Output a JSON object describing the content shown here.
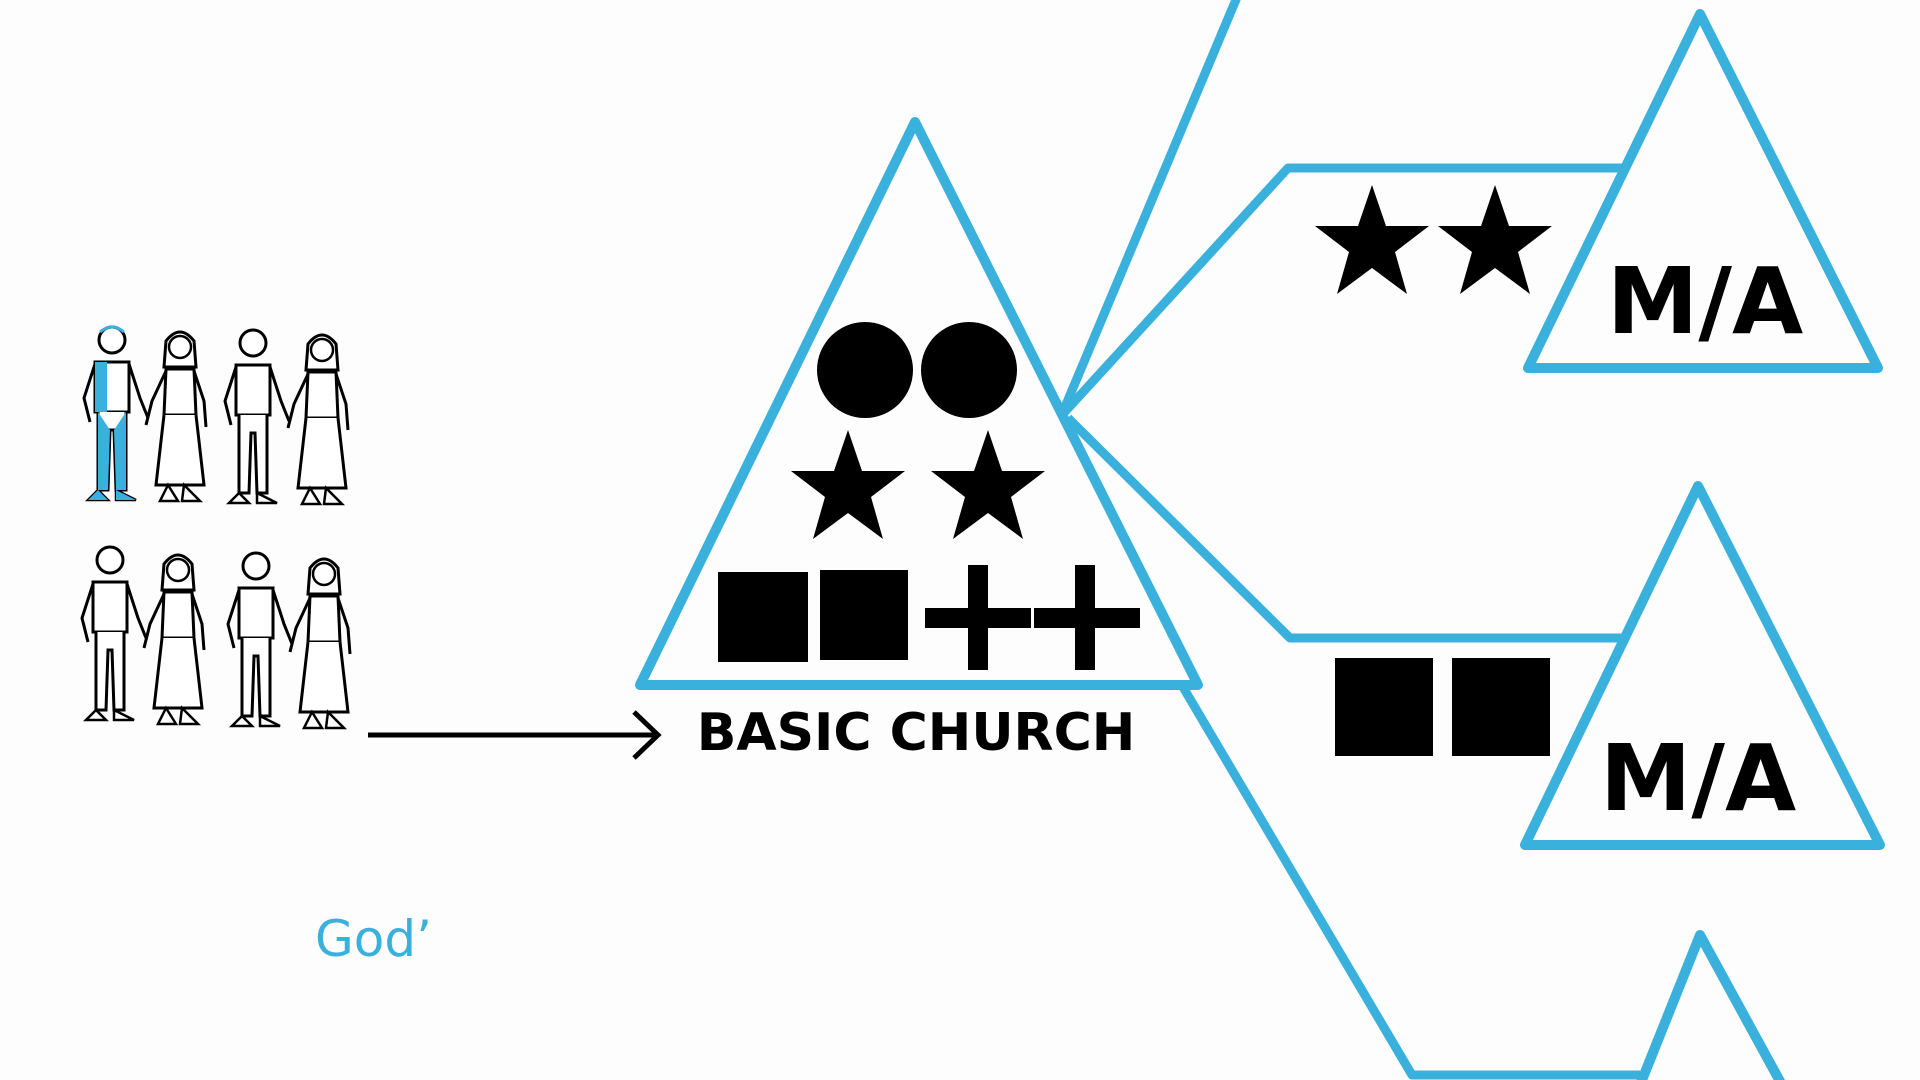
{
  "colors": {
    "accent": "#3ab0dc",
    "ink": "#000000",
    "background": "#fdfdfd"
  },
  "main_triangle": {
    "label": "BASIC CHURCH",
    "symbols": [
      "circle",
      "circle",
      "star",
      "star",
      "square",
      "square",
      "plus",
      "plus"
    ]
  },
  "branches": [
    {
      "label": "M/A",
      "symbols": [
        "star",
        "star"
      ]
    },
    {
      "label": "M/A",
      "symbols": [
        "square",
        "square"
      ]
    },
    {
      "label": "",
      "symbols": []
    }
  ],
  "people": {
    "count": 8,
    "highlighted_index": 0
  },
  "caption": "God’"
}
